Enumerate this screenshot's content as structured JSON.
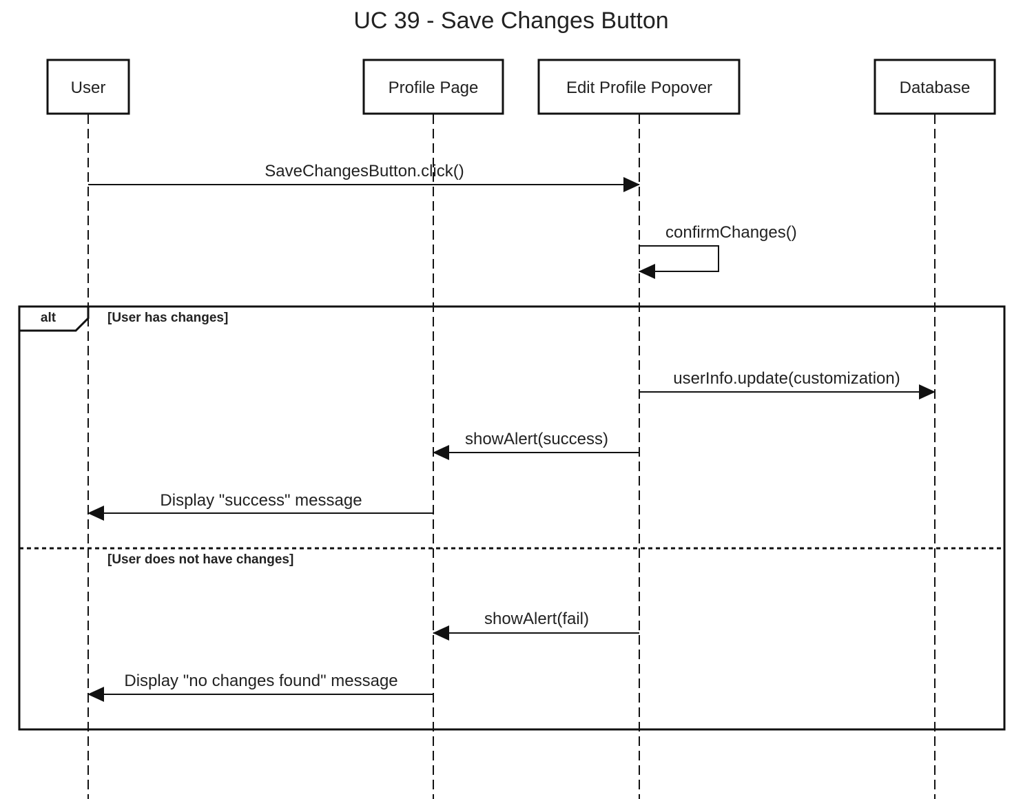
{
  "title": "UC 39 - Save Changes Button",
  "actors": [
    "User",
    "Profile Page",
    "Edit Profile Popover",
    "Database"
  ],
  "messages": [
    {
      "label": "SaveChangesButton.click()",
      "from": "User",
      "to": "Edit Profile Popover"
    },
    {
      "label": "confirmChanges()",
      "from": "Edit Profile Popover",
      "to": "Edit Profile Popover"
    },
    {
      "label": "userInfo.update(customization)",
      "from": "Edit Profile Popover",
      "to": "Database"
    },
    {
      "label": "showAlert(success)",
      "from": "Edit Profile Popover",
      "to": "Profile Page"
    },
    {
      "label": "Display \"success\" message",
      "from": "Profile Page",
      "to": "User"
    },
    {
      "label": "showAlert(fail)",
      "from": "Edit Profile Popover",
      "to": "Profile Page"
    },
    {
      "label": "Display \"no changes found\" message",
      "from": "Profile Page",
      "to": "User"
    }
  ],
  "fragment": {
    "operator": "alt",
    "guards": [
      "[User has changes]",
      "[User does not have changes]"
    ]
  }
}
